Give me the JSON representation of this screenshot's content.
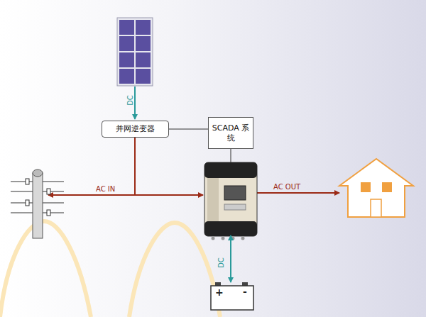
{
  "diagram": {
    "nodes": [
      {
        "text": [
          "并网逆变器"
        ]
      },
      {
        "text": [
          "SCADA 系统"
        ]
      }
    ],
    "edges": [
      {
        "from": 0,
        "to": 1,
        "arrow": "none"
      }
    ],
    "labels": [
      "DC",
      "AC IN",
      "AC OUT",
      "DC",
      "+",
      "-"
    ]
  }
}
